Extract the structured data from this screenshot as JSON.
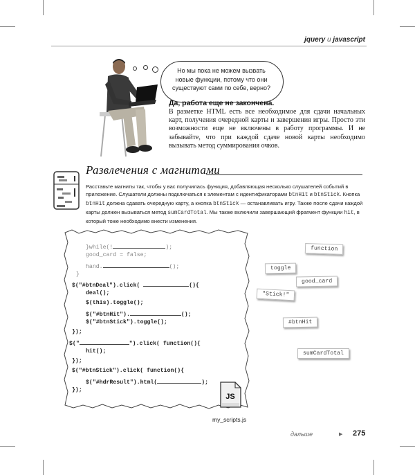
{
  "header": {
    "left": "jquery",
    "connector": "и",
    "right": "javascript"
  },
  "bubble_text": "Но мы пока не можем вызвать новые функции, потому что они существуют сами по себе, верно?",
  "subheading": "Да, работа еще не закончена.",
  "paragraph": "В разметке HTML есть все необходимое для сдачи начальных карт, получения очередной карты и завершения игры. Просто эти возможности еще не включены в работу программы. И не забывайте, что при каждой сдаче новой карты необходимо вызывать метод суммирования очков.",
  "section": {
    "title": "Развлечения с магнитами",
    "instructions": {
      "p1": "Расставьте магниты так, чтобы у вас получилась функция, добавляющая несколько слушателей событий в приложение. Слушатели должны подключаться к элементам с идентификаторами ",
      "c1": "btnHit",
      "p2": " и ",
      "c2": "btnStick",
      "p3": ". Кнопка ",
      "c3": "btnHit",
      "p4": " должна сдавать очередную карту, а кнопка ",
      "c4": "btnStick",
      "p5": " — останавливать игру. Также после сдачи каждой карты должен вызываться метод ",
      "c5": "sumCardTotal",
      "p6": ". Мы также включили завершающий фрагмент функции ",
      "c6": "hit",
      "p7": ", в который тоже необходимо внести изменения."
    }
  },
  "code": {
    "l1a": "}while(!",
    "l1b": ");",
    "l2": "good_card = false;",
    "l3a": "hand.",
    "l3b": "();",
    "l4": "}",
    "l5a": "$(\"#btnDeal\").click( ",
    "l5b": "(){",
    "l6": "deal();",
    "l7": "$(this).toggle();",
    "l8a": "$(\"#btnHit\").",
    "l8b": "();",
    "l9": "$(\"#btnStick\").toggle();",
    "l10": "});",
    "l11a": "$(\"",
    "l11b": "\").click( function(){",
    "l12": "hit();",
    "l13": "});",
    "l14": "$(\"#btnStick\").click( function(){",
    "l15a": "$(\"#hdrResult\").html(",
    "l15b": ");",
    "l16": "});"
  },
  "file": {
    "icon_label": "JS",
    "name": "my_scripts.js"
  },
  "magnets": [
    "function",
    "toggle",
    "good_card",
    "\"Stick!\"",
    "#btnHit",
    "sumCardTotal"
  ],
  "footer": {
    "next": "дальше",
    "page": "275"
  }
}
